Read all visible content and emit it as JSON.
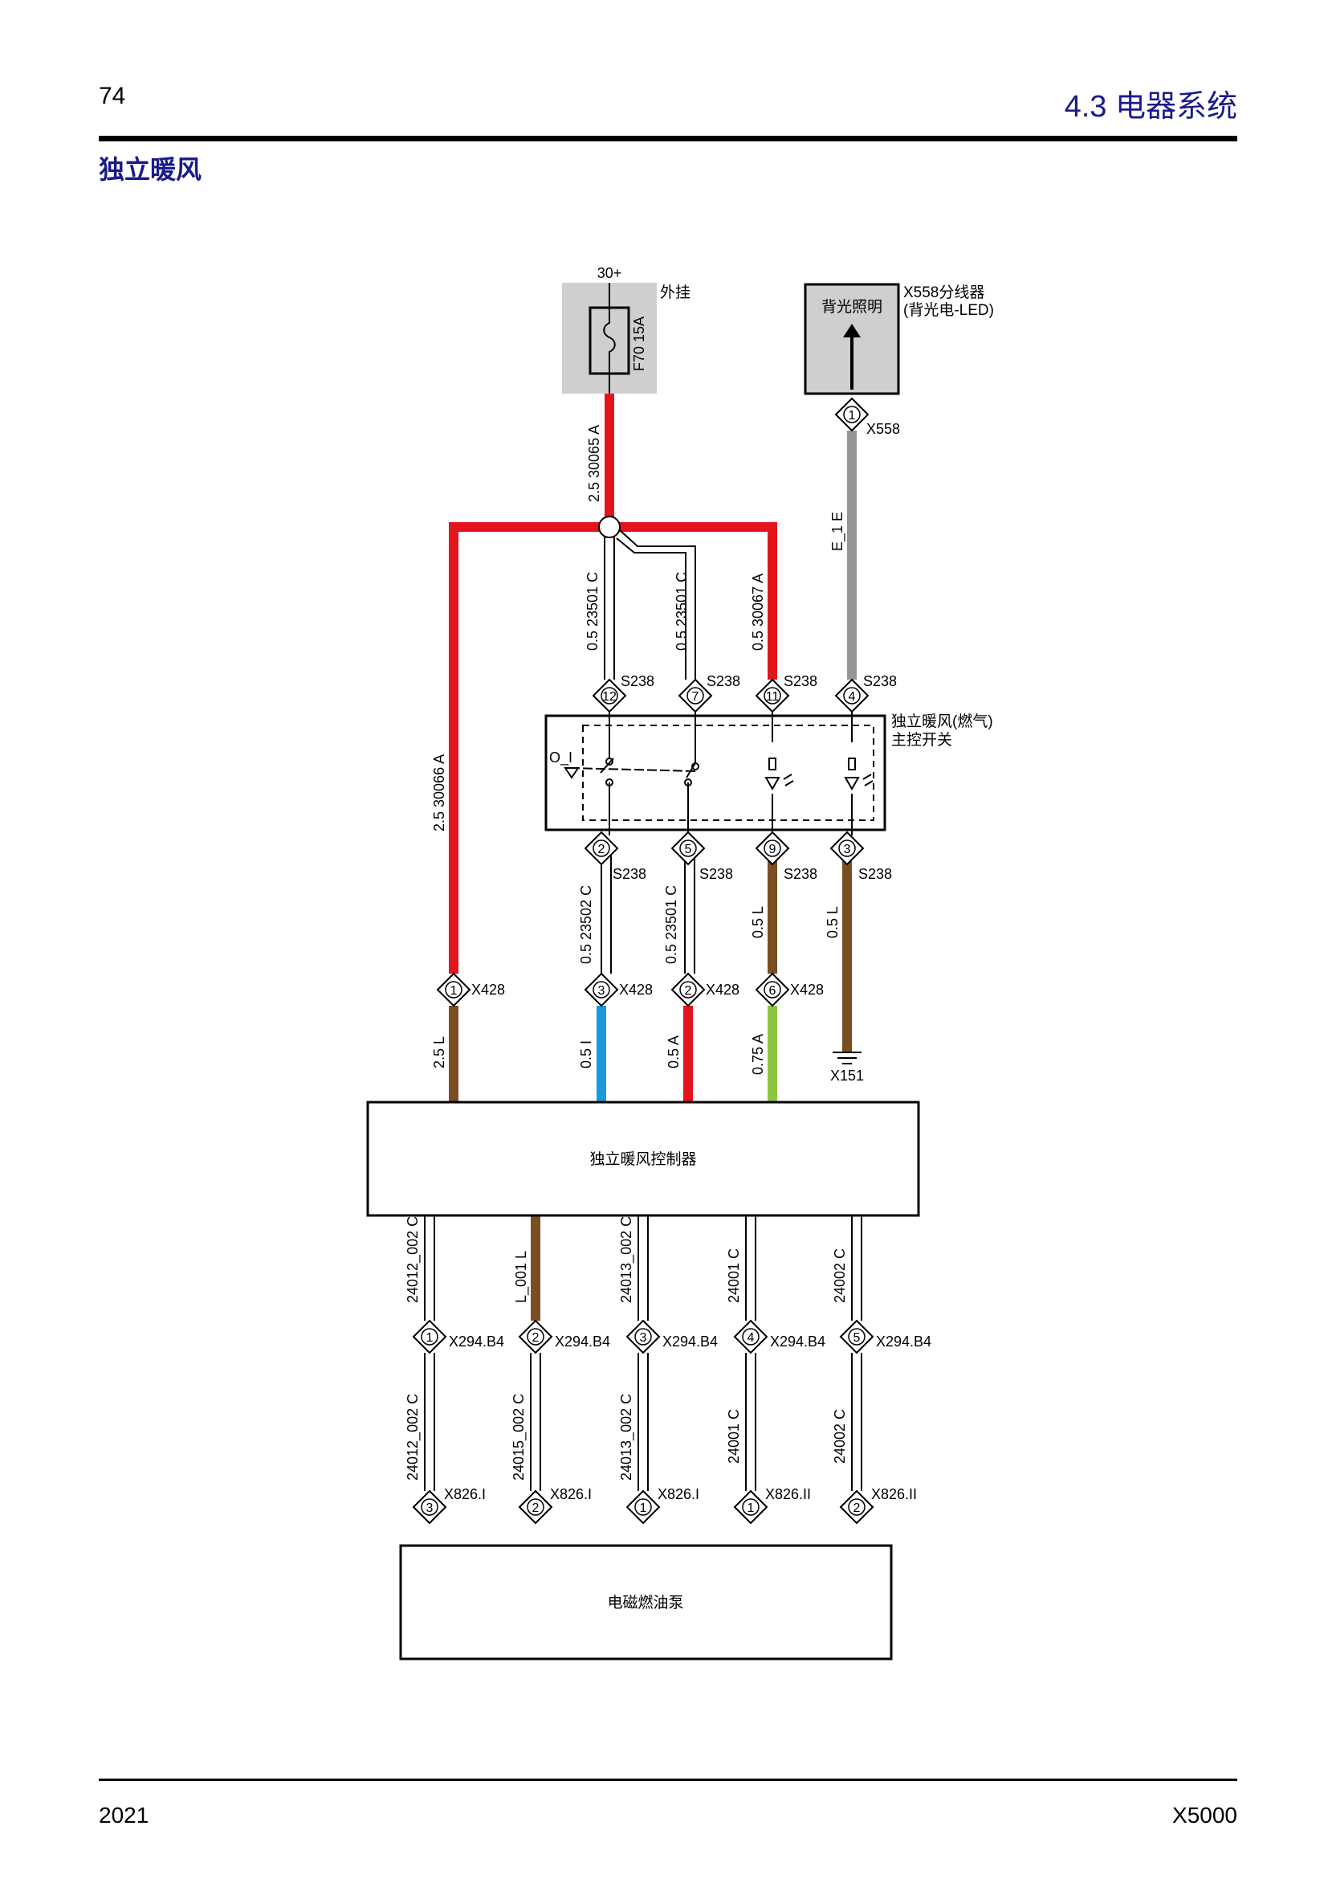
{
  "header": {
    "page_number": "74",
    "section_title": "4.3 电器系统"
  },
  "title": "独立暖风",
  "footer": {
    "year": "2021",
    "model": "X5000"
  },
  "colors": {
    "red": "#e3141c",
    "brown": "#7b4e21",
    "blue": "#1a9be0",
    "green": "#8cc63f",
    "gray": "#959595",
    "panel": "#cfcfcf",
    "navy": "#1a1a8c"
  },
  "diagram": {
    "power": {
      "supply": "30+",
      "location": "外挂",
      "fuse": "F70  15A"
    },
    "splitter": {
      "label": "背光照明",
      "name": "X558分线器",
      "sub": "(背光电-LED)",
      "connector": "X558",
      "pin": "1"
    },
    "switch": {
      "line1": "独立暖风(燃气)",
      "line2": "主控开关",
      "connector": "S238"
    },
    "ground": "X151",
    "controller": "独立暖风控制器",
    "pump": "电磁燃油泵",
    "wires": {
      "main": "2.5  30065  A",
      "left": "2.5  30066  A",
      "s12": "0.5  23501  C",
      "s7": "0.5  23501  C",
      "s11": "0.5  30067  A",
      "s4": "E_1  E",
      "s2": "0.5  23502  C",
      "s5": "0.5  23501  C",
      "s9": "0.5  L",
      "s3": "0.5  L",
      "x1": "2.5  L",
      "x3": "0.5  I",
      "x2": "0.5  A",
      "x6": "0.75  A",
      "b1": "24012_002  C",
      "b2": "L_001  L",
      "b3": "24013_002  C",
      "b4": "24001  C",
      "b5": "24002  C",
      "p1": "24012_002  C",
      "p2": "24015_002  C",
      "p3": "24013_002  C",
      "p4": "24001  C",
      "p5": "24002  C"
    },
    "pins": {
      "s238_top": [
        {
          "pin": "12",
          "conn": "S238"
        },
        {
          "pin": "7",
          "conn": "S238"
        },
        {
          "pin": "11",
          "conn": "S238"
        },
        {
          "pin": "4",
          "conn": "S238"
        }
      ],
      "s238_bottom": [
        {
          "pin": "2",
          "conn": "S238"
        },
        {
          "pin": "5",
          "conn": "S238"
        },
        {
          "pin": "9",
          "conn": "S238"
        },
        {
          "pin": "3",
          "conn": "S238"
        }
      ],
      "x428": [
        {
          "pin": "1",
          "conn": "X428"
        },
        {
          "pin": "3",
          "conn": "X428"
        },
        {
          "pin": "2",
          "conn": "X428"
        },
        {
          "pin": "6",
          "conn": "X428"
        }
      ],
      "x294": [
        {
          "pin": "1",
          "conn": "X294.B4"
        },
        {
          "pin": "2",
          "conn": "X294.B4"
        },
        {
          "pin": "3",
          "conn": "X294.B4"
        },
        {
          "pin": "4",
          "conn": "X294.B4"
        },
        {
          "pin": "5",
          "conn": "X294.B4"
        }
      ],
      "x826": [
        {
          "pin": "3",
          "conn": "X826.I"
        },
        {
          "pin": "2",
          "conn": "X826.I"
        },
        {
          "pin": "1",
          "conn": "X826.I"
        },
        {
          "pin": "1",
          "conn": "X826.II"
        },
        {
          "pin": "2",
          "conn": "X826.II"
        }
      ]
    }
  }
}
